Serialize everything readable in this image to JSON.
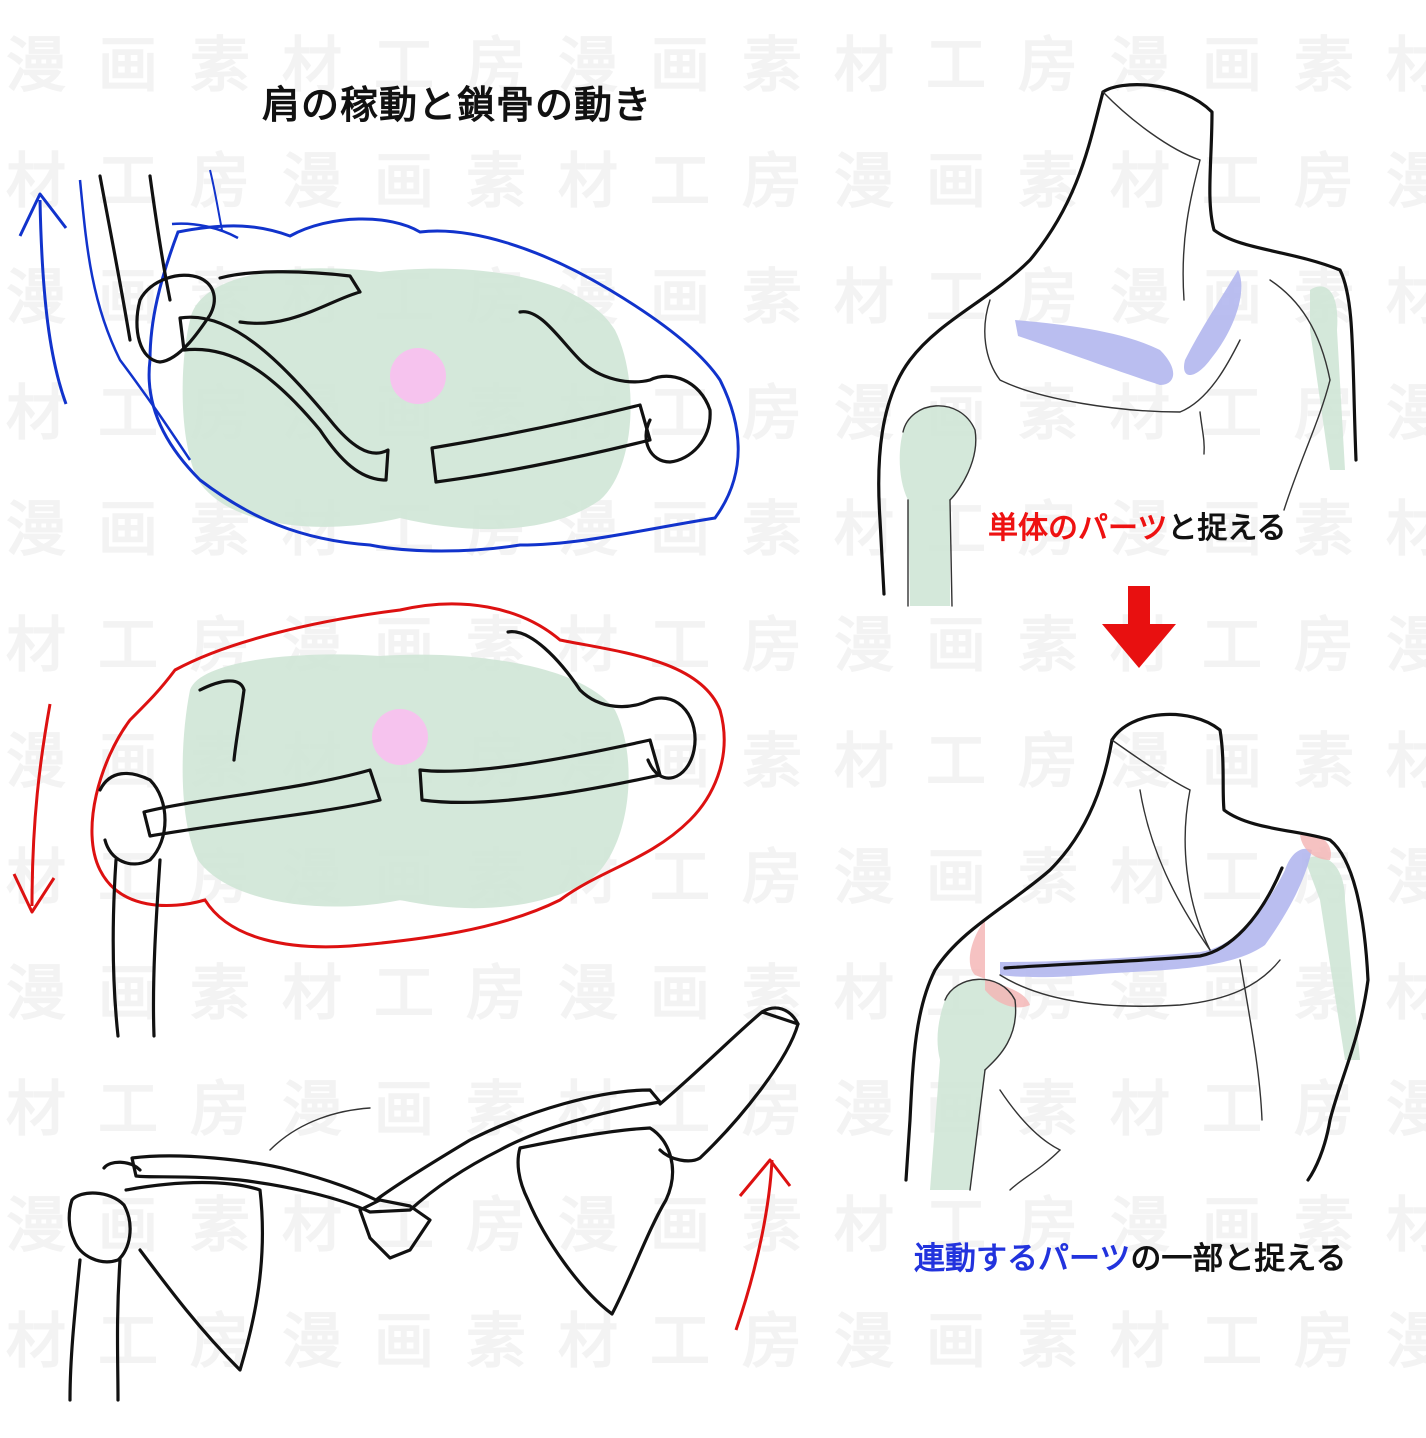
{
  "title": "肩の稼動と鎖骨の動き",
  "caption_top": {
    "highlight": "単体のパーツ",
    "rest": "と捉える",
    "highlight_color": "#ee1111"
  },
  "caption_bottom": {
    "highlight": "連動するパーツ",
    "rest": "の一部と捉える",
    "highlight_color": "#2233dd"
  },
  "watermark": "漫画素材工房",
  "colors": {
    "raise_outline": "#1133cc",
    "lower_outline": "#dd1111",
    "down_arrow": "#e81010",
    "body_fill": "#cfe6d6",
    "neck_dot": "#f6c3ee",
    "clavicle_highlight": "#aab0ee",
    "joint_highlight": "#f4b3b3"
  },
  "icons": {
    "raise_arrow": "arrow-up-icon",
    "lower_arrow": "arrow-down-icon",
    "transition_arrow": "thick-arrow-down-icon"
  }
}
